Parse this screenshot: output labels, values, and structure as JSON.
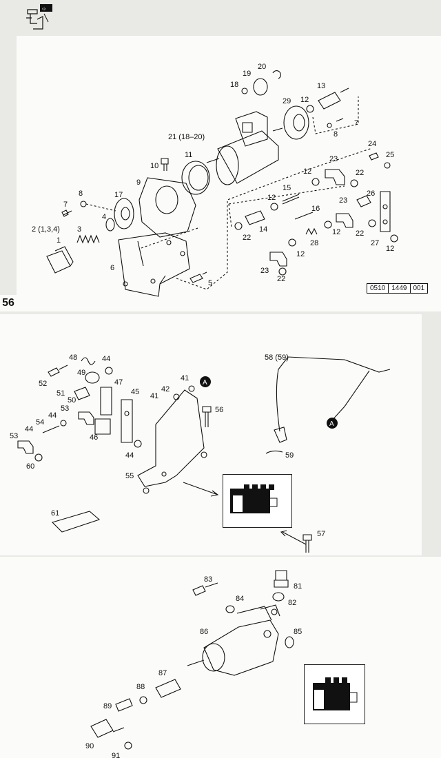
{
  "page": {
    "number": "56",
    "reference": [
      "0510",
      "1449",
      "001"
    ],
    "header_icon": "engine-adjust-icon"
  },
  "section1_labels": {
    "l1": "1",
    "l2": "2 (1,3,4)",
    "l3": "3",
    "l4": "4",
    "l5": "5",
    "l6": "6",
    "l7": "7",
    "l7b": "7",
    "l8": "8",
    "l8b": "8",
    "l9": "9",
    "l10": "10",
    "l11": "11",
    "l12a": "12",
    "l12b": "12",
    "l12c": "12",
    "l12d": "12",
    "l12e": "12",
    "l12f": "12",
    "l13": "13",
    "l14": "14",
    "l15": "15",
    "l16": "16",
    "l17": "17",
    "l18": "18",
    "l19": "19",
    "l20": "20",
    "l21": "21 (18–20)",
    "l22a": "22",
    "l22b": "22",
    "l22c": "22",
    "l22d": "22",
    "l23a": "23",
    "l23b": "23",
    "l23c": "23",
    "l24": "24",
    "l25": "25",
    "l26": "26",
    "l27": "27",
    "l28": "28",
    "l29": "29"
  },
  "section2_labels": {
    "l41a": "41",
    "l41b": "41",
    "l42": "42",
    "l44a": "44",
    "l44b": "44",
    "l44c": "44",
    "l44d": "44",
    "l45": "45",
    "l46": "46",
    "l47": "47",
    "l48": "48",
    "l49": "49",
    "l50": "50",
    "l51": "51",
    "l52": "52",
    "l53a": "53",
    "l53b": "53",
    "l54": "54",
    "l55": "55",
    "l56": "56",
    "l57": "57",
    "l58": "58 (59)",
    "l59": "59",
    "l60": "60",
    "l61": "61",
    "marker": "A"
  },
  "section3_labels": {
    "l81": "81",
    "l82": "82",
    "l83": "83",
    "l84": "84",
    "l85": "85",
    "l86": "86",
    "l87": "87",
    "l88": "88",
    "l89": "89",
    "l90": "90",
    "l91": "91"
  },
  "colors": {
    "line": "#111111",
    "panel": "#fbfbf9",
    "background": "#e9e9e6"
  }
}
